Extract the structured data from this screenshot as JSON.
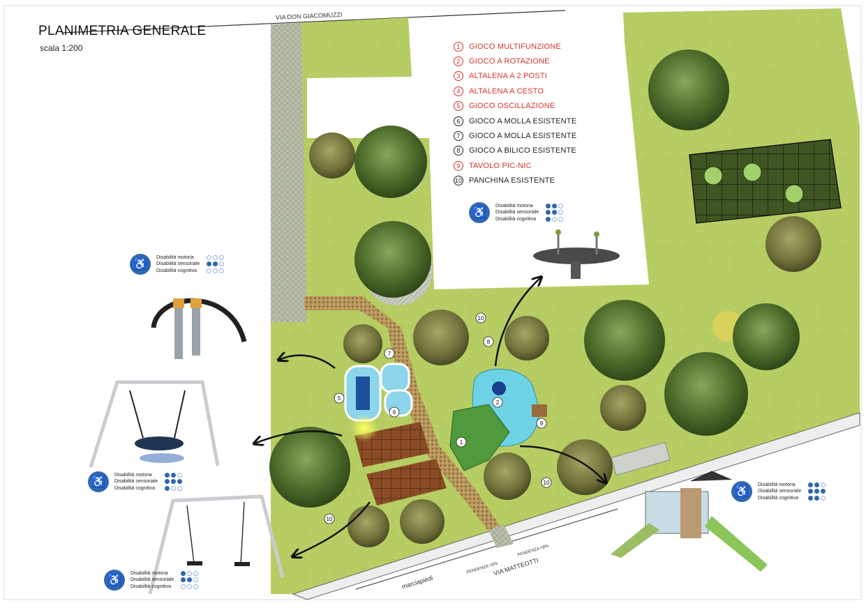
{
  "title": "PLANIMETRIA GENERALE",
  "scale": "scala 1:200",
  "streets": {
    "north": "VIA DON GIACOMUZZI",
    "south": "VIA MATTEOTTI",
    "sidewalk": "marciapiedi",
    "slope_1": "PENDENZA <8%",
    "slope_2": "PENDENZA <8%"
  },
  "legend": [
    {
      "num": "1",
      "label": "GIOCO MULTIFUNZIONE",
      "status": "new"
    },
    {
      "num": "2",
      "label": "GIOCO A ROTAZIONE",
      "status": "new"
    },
    {
      "num": "3",
      "label": "ALTALENA A 2 POSTI",
      "status": "new"
    },
    {
      "num": "4",
      "label": "ALTALENA A CESTO",
      "status": "new"
    },
    {
      "num": "5",
      "label": "GIOCO OSCILLAZIONE",
      "status": "new"
    },
    {
      "num": "6",
      "label": "GIOCO A MOLLA ESISTENTE",
      "status": "existing"
    },
    {
      "num": "7",
      "label": "GIOCO A MOLLA ESISTENTE",
      "status": "existing"
    },
    {
      "num": "8",
      "label": "GIOCO A BILICO ESISTENTE",
      "status": "existing"
    },
    {
      "num": "9",
      "label": "TAVOLO PIC-NIC",
      "status": "new"
    },
    {
      "num": "10",
      "label": "PANCHINA ESISTENTE",
      "status": "existing"
    }
  ],
  "accessibility_labels": [
    "Disabilità motoria",
    "Disabilità sensoriale",
    "Disabilità cognitiva"
  ],
  "accessibility_cards": [
    {
      "id": "rotazione",
      "levels": [
        2,
        2,
        1
      ]
    },
    {
      "id": "oscillazione",
      "levels": [
        0,
        2,
        0
      ]
    },
    {
      "id": "cesto",
      "levels": [
        2,
        3,
        1
      ]
    },
    {
      "id": "altalena",
      "levels": [
        1,
        2,
        0
      ]
    },
    {
      "id": "multifunzione",
      "levels": [
        2,
        3,
        2
      ]
    }
  ],
  "markers": [
    "1",
    "2",
    "5",
    "6",
    "7",
    "8",
    "9",
    "10",
    "10",
    "10"
  ],
  "colors": {
    "new_item": "#d8322a",
    "existing_item": "#222222",
    "accessibility_blue": "#2f67b2",
    "lawn": "#b6cd63",
    "path": "#b8965a",
    "rubber_blue": "#6fd3e6",
    "rubber_green": "#4f9a3c",
    "deck": "#8a4b25"
  }
}
